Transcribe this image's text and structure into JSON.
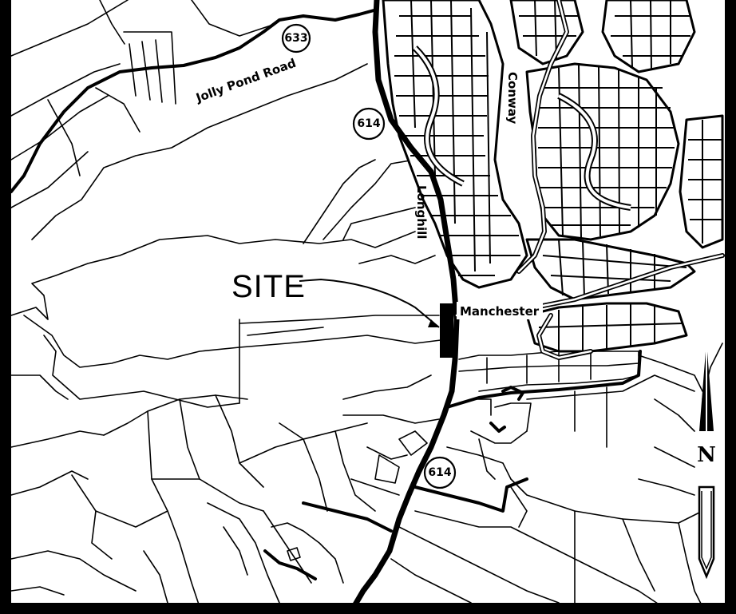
{
  "map": {
    "road_labels": {
      "jolly_pond": "Jolly Pond Road",
      "manchester": "Manchester",
      "longhill": "Longhill",
      "conway": "Conway"
    },
    "route_shields": {
      "route_633": "633",
      "route_614_north": "614",
      "route_614_south": "614"
    },
    "site_label": "SITE",
    "north_arrow_label": "N"
  },
  "colors": {
    "ink": "#000000",
    "paper": "#ffffff"
  }
}
